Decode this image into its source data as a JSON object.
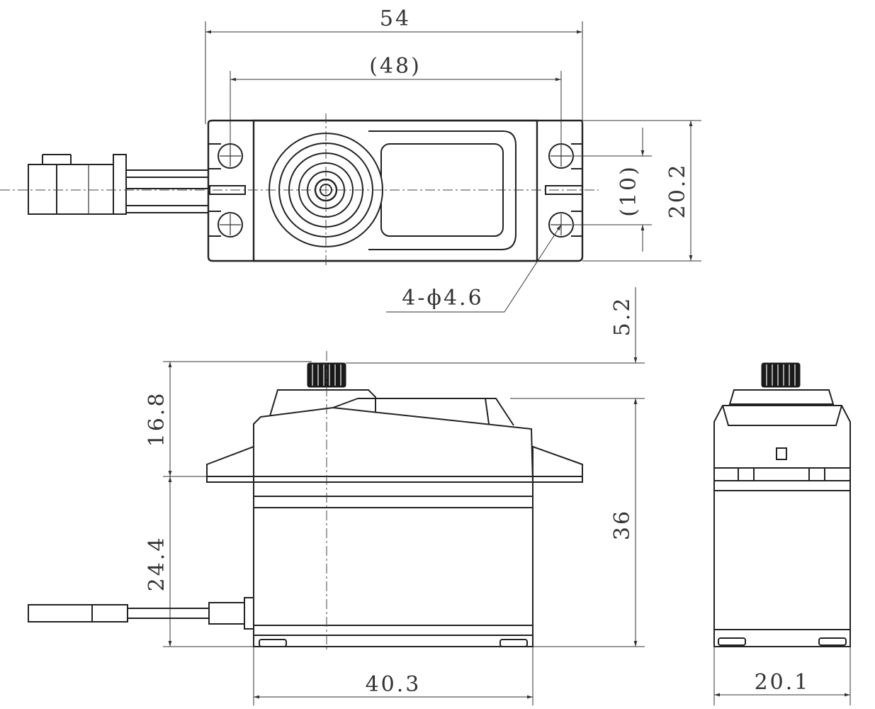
{
  "dimensions": {
    "top_width": "54",
    "hole_pitch": "(48)",
    "top_height": "20.2",
    "hole_spacing": "(10)",
    "holes": "4-ϕ4.6",
    "horn_height": "5.2",
    "upper_height": "16.8",
    "lower_height": "24.4",
    "total_height": "36",
    "body_length": "40.3",
    "body_width": "20.1"
  }
}
